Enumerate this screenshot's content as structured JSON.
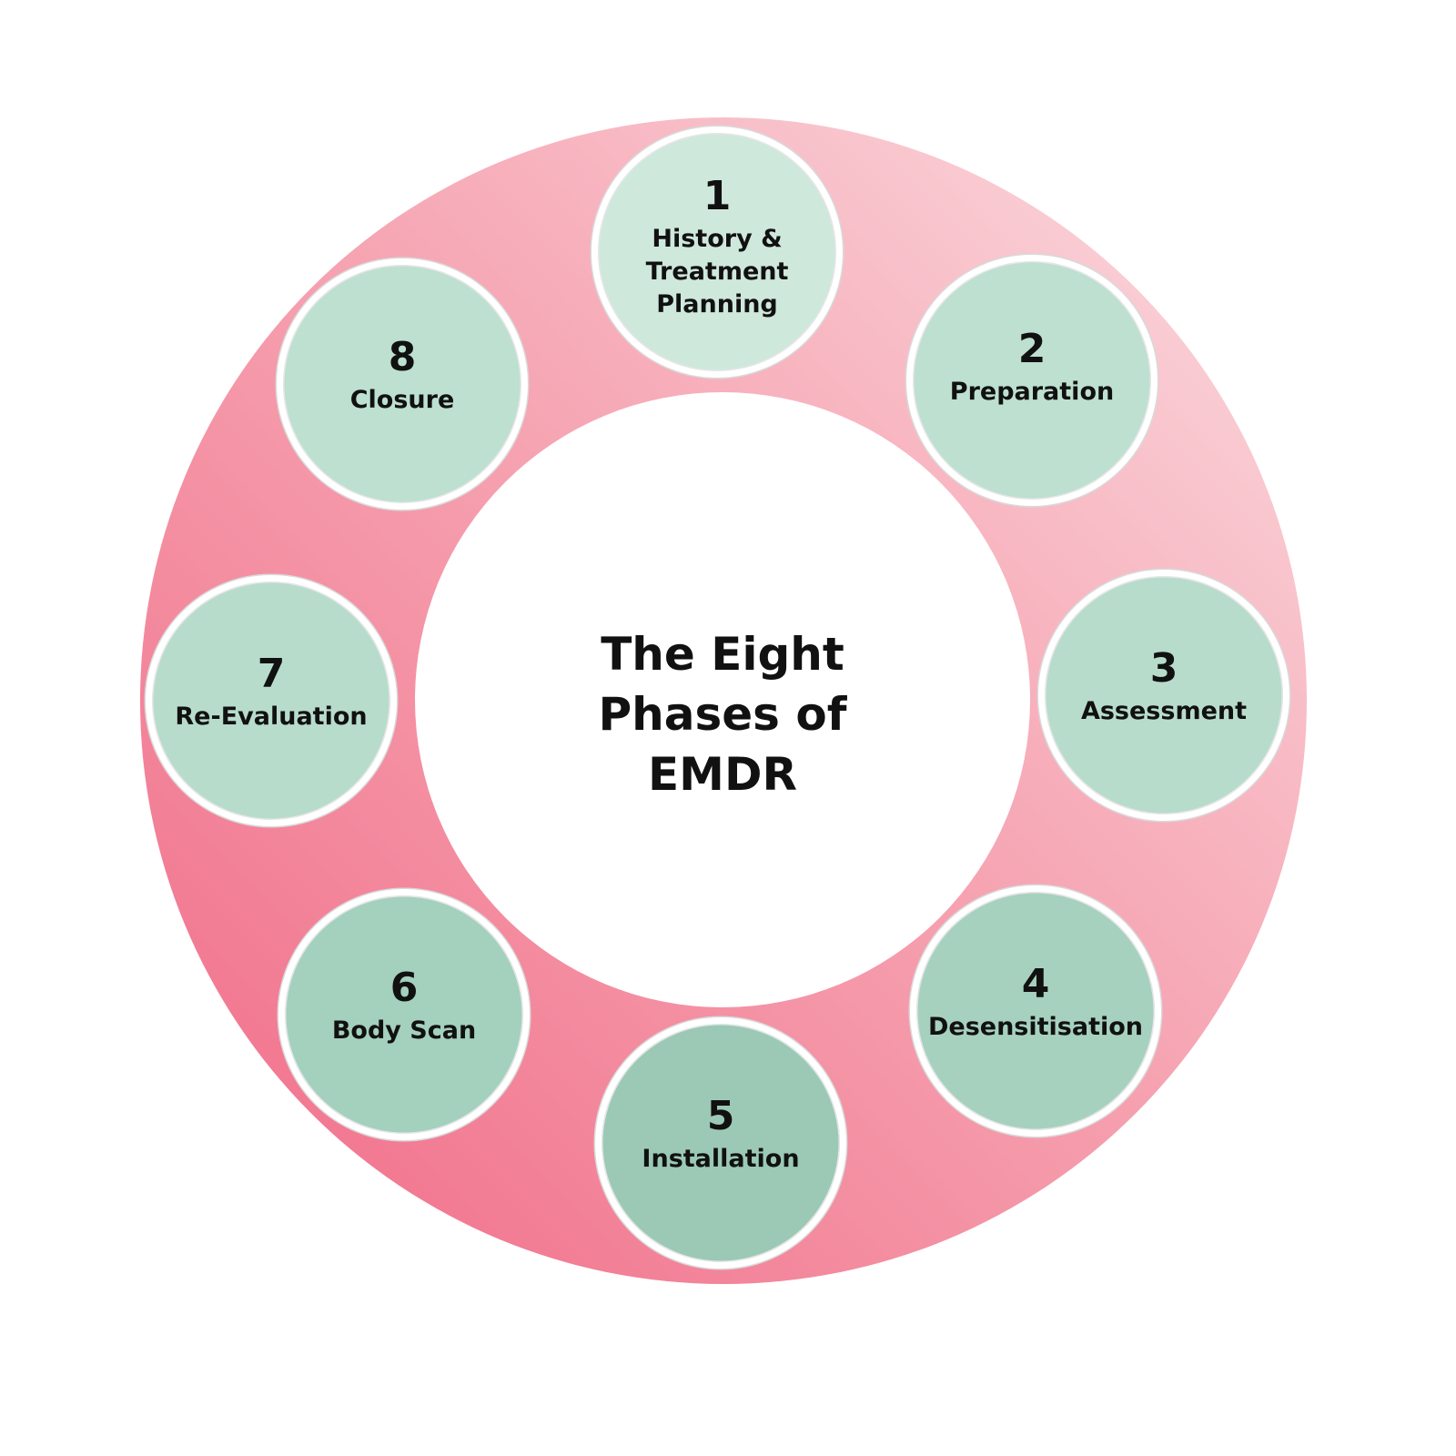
{
  "title": "The Eight Phases of EMDR",
  "colors": {
    "ring_gradient_dark": "#f06a86",
    "ring_gradient_light": "#fbdde1",
    "phase_fill_light": "#cfe8dc",
    "phase_fill_dark": "#9bc9b6",
    "phase_border": "#ffffff",
    "text": "#111111"
  },
  "phases": [
    {
      "number": "1",
      "label": "History & Treatment Planning"
    },
    {
      "number": "2",
      "label": "Preparation"
    },
    {
      "number": "3",
      "label": "Assessment"
    },
    {
      "number": "4",
      "label": "Desensitisation"
    },
    {
      "number": "5",
      "label": "Installation"
    },
    {
      "number": "6",
      "label": "Body Scan"
    },
    {
      "number": "7",
      "label": "Re-Evaluation"
    },
    {
      "number": "8",
      "label": "Closure"
    }
  ]
}
